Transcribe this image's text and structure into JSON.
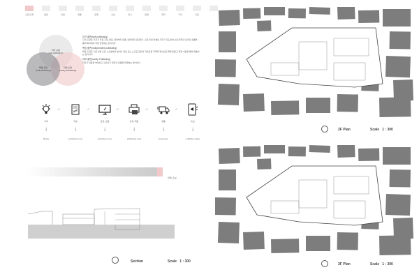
{
  "top_strip": {
    "items": [
      "출판 단계",
      "편집",
      "인쇄",
      "유통",
      "판매",
      "홍보",
      "전시",
      "판매",
      "제작",
      "기획",
      "출판",
      "..."
    ],
    "active_index": 0
  },
  "venn": {
    "top": {
      "ko": "자가 출판",
      "en": "(self publishing)"
    },
    "left": {
      "ko": "독립 출판",
      "en": "(indi publishing)"
    },
    "right": {
      "ko": "자비 출판",
      "en": "(vanity Publishing)"
    }
  },
  "text_block": {
    "sections": [
      {
        "heading": "자가 출판(self publishing)",
        "body": "자가 출판은 저자가 직접 기획, 편집, 제작부터 유통, 판매까지 담당한다. 출판 과정 전체를 저자가 주도하며 소량 제작과 온라인 유통을 통해 독자에게 직접 전달되는 방식이다."
      },
      {
        "heading": "독립 출판(independent publishing)",
        "body": "독립 출판은 기존 상업 출판 시스템에서 벗어나 개인 또는 소규모 집단이 자유로운 주제와 형식으로 책을 만들고 독립 서점을 통해 유통하는 방식이다."
      },
      {
        "heading": "자비 출판(vanity Publishing)",
        "body": "저자가 비용을 부담하고 출판사가 제작과 유통을 대행하는 방식이다."
      }
    ]
  },
  "flow": {
    "steps": [
      {
        "icon": "lightbulb-icon",
        "label": "기획",
        "place": "library"
      },
      {
        "icon": "document-icon",
        "label": "작성",
        "place": "workshop room"
      },
      {
        "icon": "monitor-icon",
        "label": "교정, 교열",
        "place": "workshop room"
      },
      {
        "icon": "printer-icon",
        "label": "인쇄, 제본",
        "place": "publishing area"
      },
      {
        "icon": "truck-icon",
        "label": "유통",
        "place": "book store"
      },
      {
        "icon": "tablet-megaphone-icon",
        "label": "홍보",
        "place": "exhibition place"
      }
    ]
  },
  "gradient_bar": {
    "label": "판매, 홍보"
  },
  "section": {
    "title": "Section",
    "scale_label": "Scale",
    "scale": "1 : 300"
  },
  "plan_2f": {
    "title": "2F Plan",
    "scale_label": "Scale",
    "scale": "1 : 300"
  },
  "plan_3f": {
    "title": "3F Plan",
    "scale_label": "Scale",
    "scale": "1 : 300"
  },
  "colors": {
    "accent_pink": "#f2c9cb",
    "building": "#7d7d7d"
  }
}
